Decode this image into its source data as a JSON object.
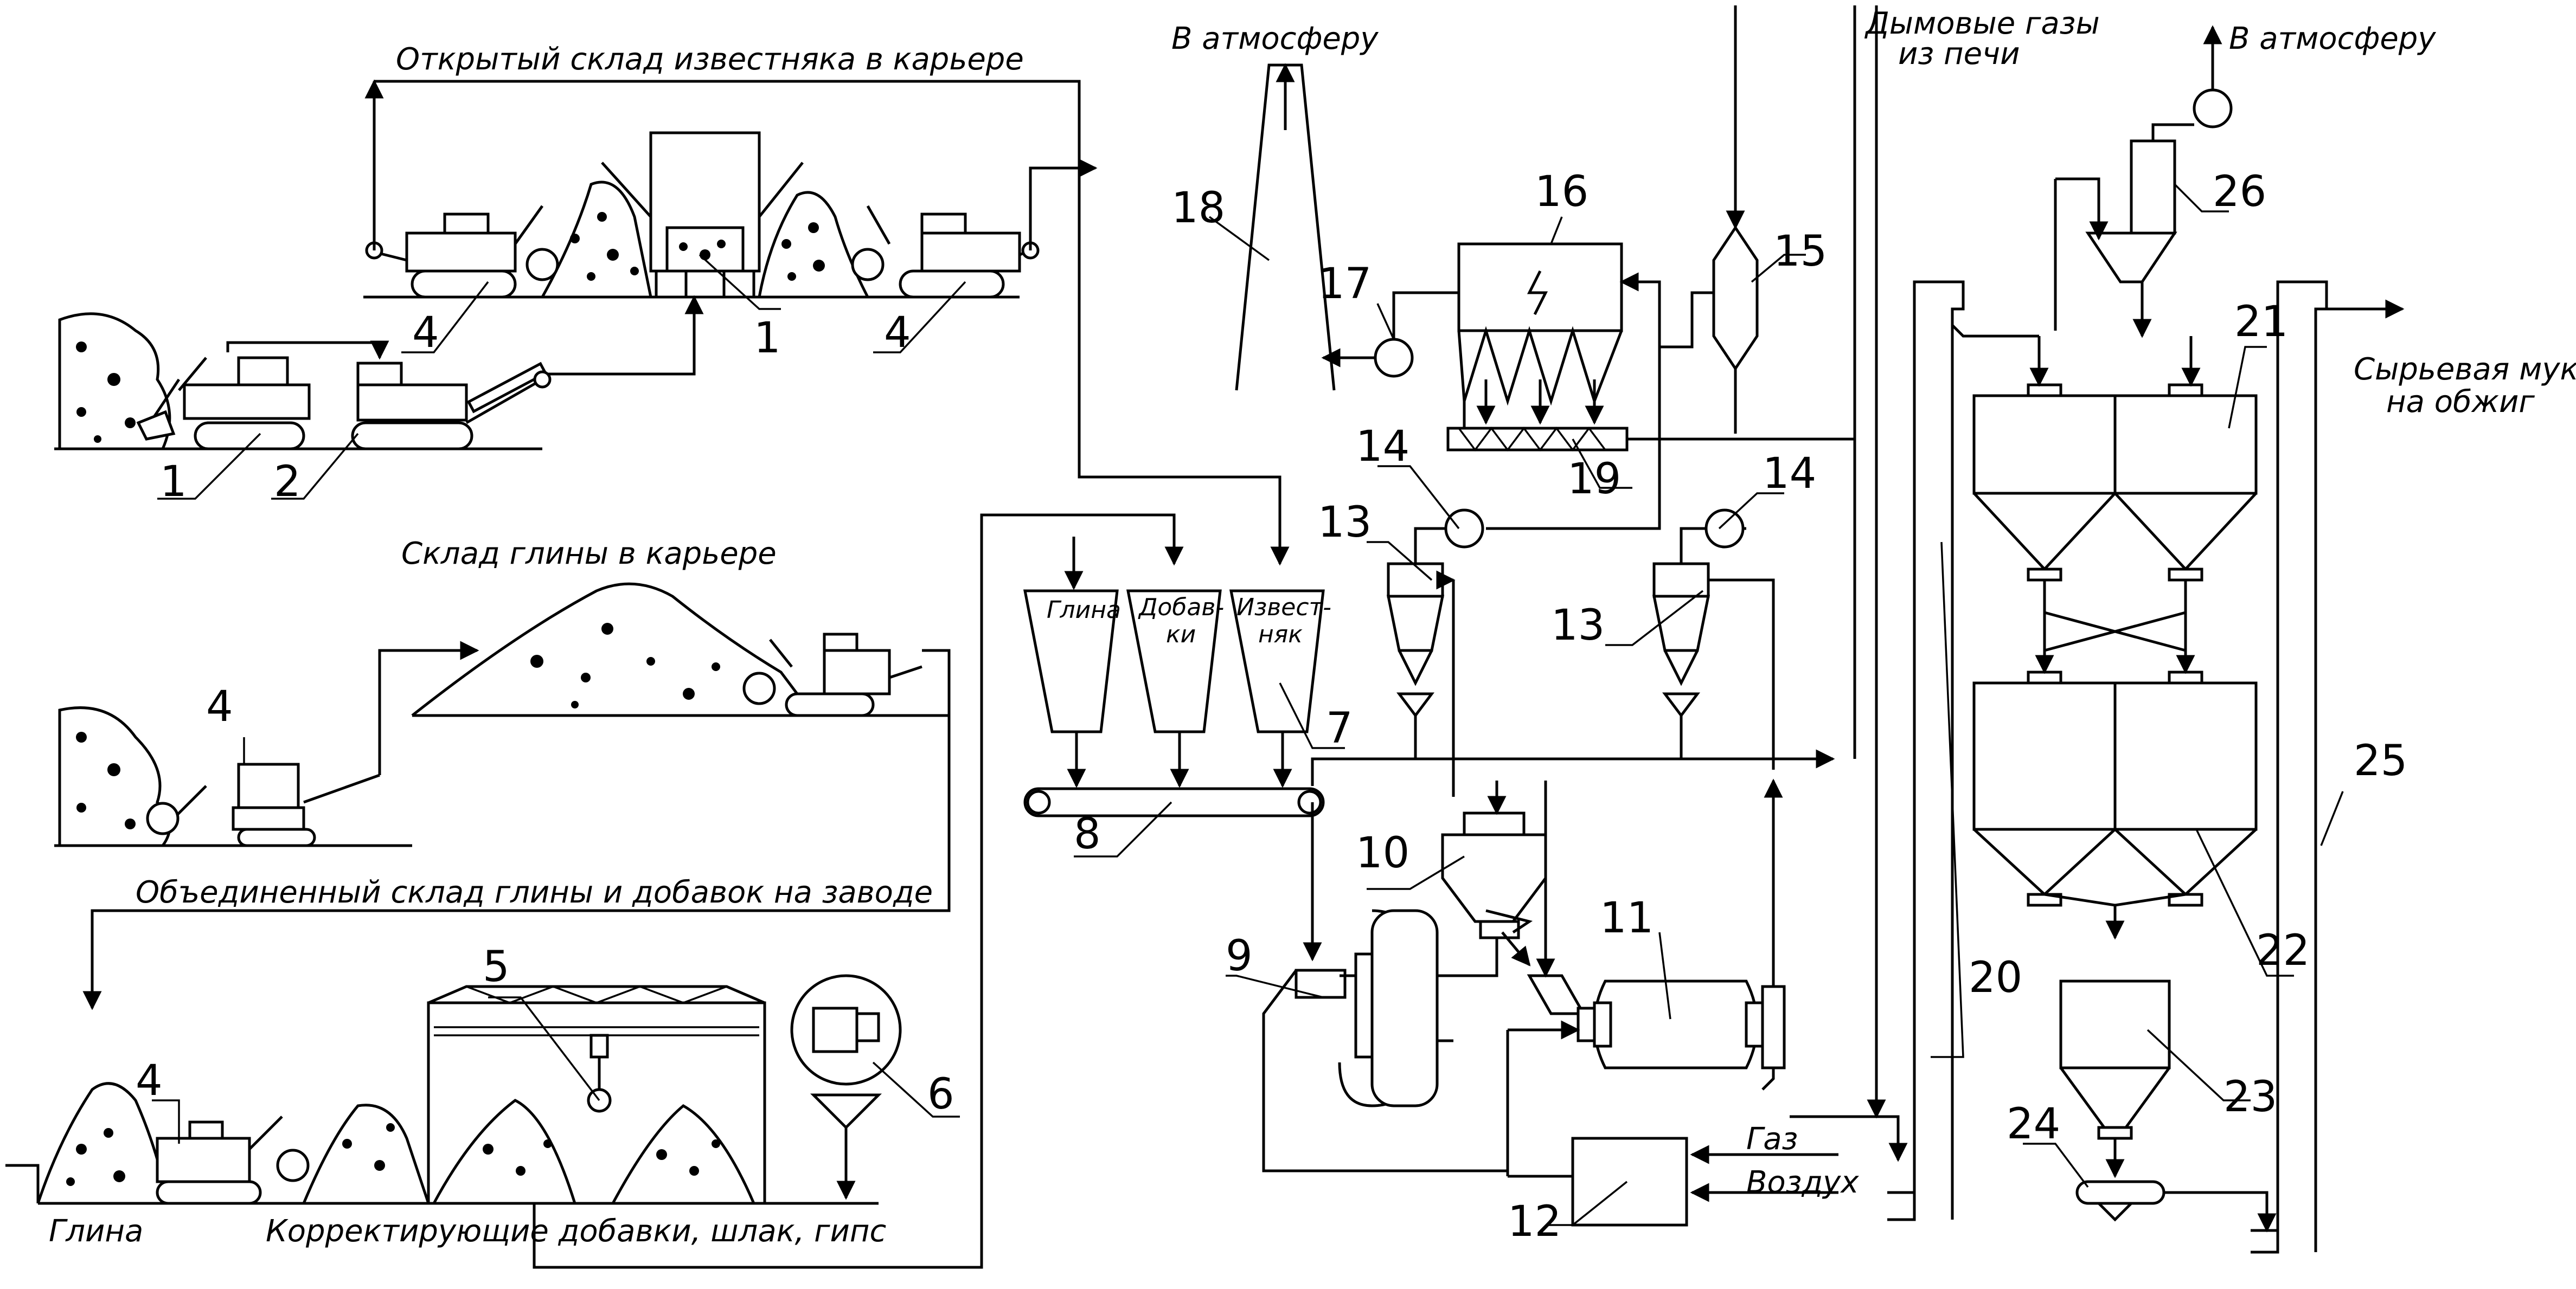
{
  "labels": {
    "open_limestone_store": "Открытый склад известняка в карьере",
    "clay_store_quarry": "Склад глины в карьере",
    "combined_store_plant": "Объединенный склад глины и добавок на заводе",
    "clay": "Глина",
    "corrective_additives": "Корректирующие добавки, шлак, гипс",
    "to_atmosphere_left": "В атмосферу",
    "to_atmosphere_right": "В атмосферу",
    "flue_gases_line1": "Дымовые газы",
    "flue_gases_line2": "из печи",
    "raw_meal_line1": "Сырьевая мука",
    "raw_meal_line2": "на обжиг",
    "gas": "Газ",
    "air": "Воздух",
    "hopper_clay": "Глина",
    "hopper_additives_1": "Добав-",
    "hopper_additives_2": "ки",
    "hopper_limestone_1": "Извест-",
    "hopper_limestone_2": "няк"
  },
  "numbers": {
    "n1_top": "1",
    "n1_bottom": "1",
    "n2": "2",
    "n4_top_left": "4",
    "n4_top_right": "4",
    "n4_clay": "4",
    "n4_plant": "4",
    "n5": "5",
    "n6": "6",
    "n7": "7",
    "n8": "8",
    "n9": "9",
    "n10": "10",
    "n11": "11",
    "n12": "12",
    "n13_left": "13",
    "n13_right": "13",
    "n14_left": "14",
    "n14_right": "14",
    "n15": "15",
    "n16": "16",
    "n17": "17",
    "n18": "18",
    "n19": "19",
    "n20": "20",
    "n21": "21",
    "n22": "22",
    "n23": "23",
    "n24": "24",
    "n25": "25",
    "n26": "26"
  }
}
